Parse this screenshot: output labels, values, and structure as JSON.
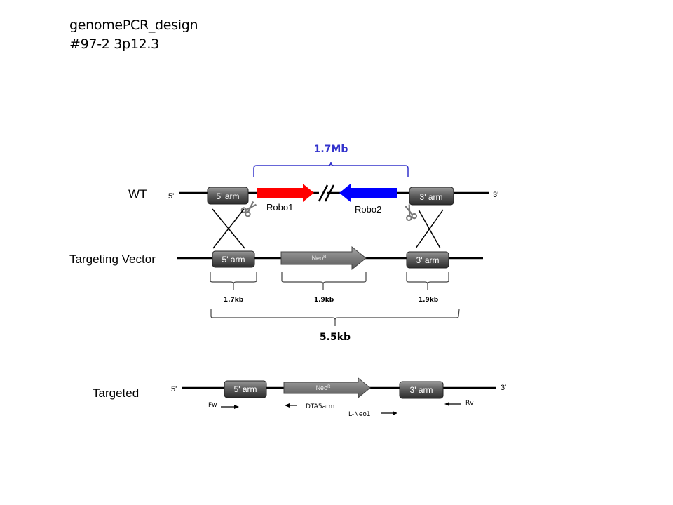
{
  "header": {
    "title": "genomePCR_design",
    "subtitle": "#97-2  3p12.3"
  },
  "colors": {
    "robo1": "#ff0000",
    "robo2": "#0000ff",
    "span_bracket": "#3333cc",
    "arm_box": "#555555",
    "neo": "#808080"
  },
  "wt": {
    "row_label": "WT",
    "five_prime": "5'",
    "three_prime": "3'",
    "five_arm": "5' arm",
    "three_arm": "3' arm",
    "gene1": "Robo1",
    "gene2": "Robo2",
    "span_label": "1.7Mb",
    "icons": [
      "scissors-icon",
      "scissors-icon",
      "break-mark-icon"
    ]
  },
  "vector": {
    "row_label": "Targeting Vector",
    "five_arm": "5' arm",
    "three_arm": "3' arm",
    "neo_label": "Neo",
    "neo_sup": "R",
    "sizes": {
      "five_arm": "1.7kb",
      "neo": "1.9kb",
      "three_arm": "1.9kb",
      "total": "5.5kb"
    }
  },
  "targeted": {
    "row_label": "Targeted",
    "five_prime": "5'",
    "three_prime": "3'",
    "five_arm": "5' arm",
    "three_arm": "3' arm",
    "neo_label": "Neo",
    "neo_sup": "R",
    "primers": {
      "fw": "Fw",
      "dta": "DTA5arm",
      "lneo": "L-Neo1",
      "rv": "Rv"
    }
  }
}
